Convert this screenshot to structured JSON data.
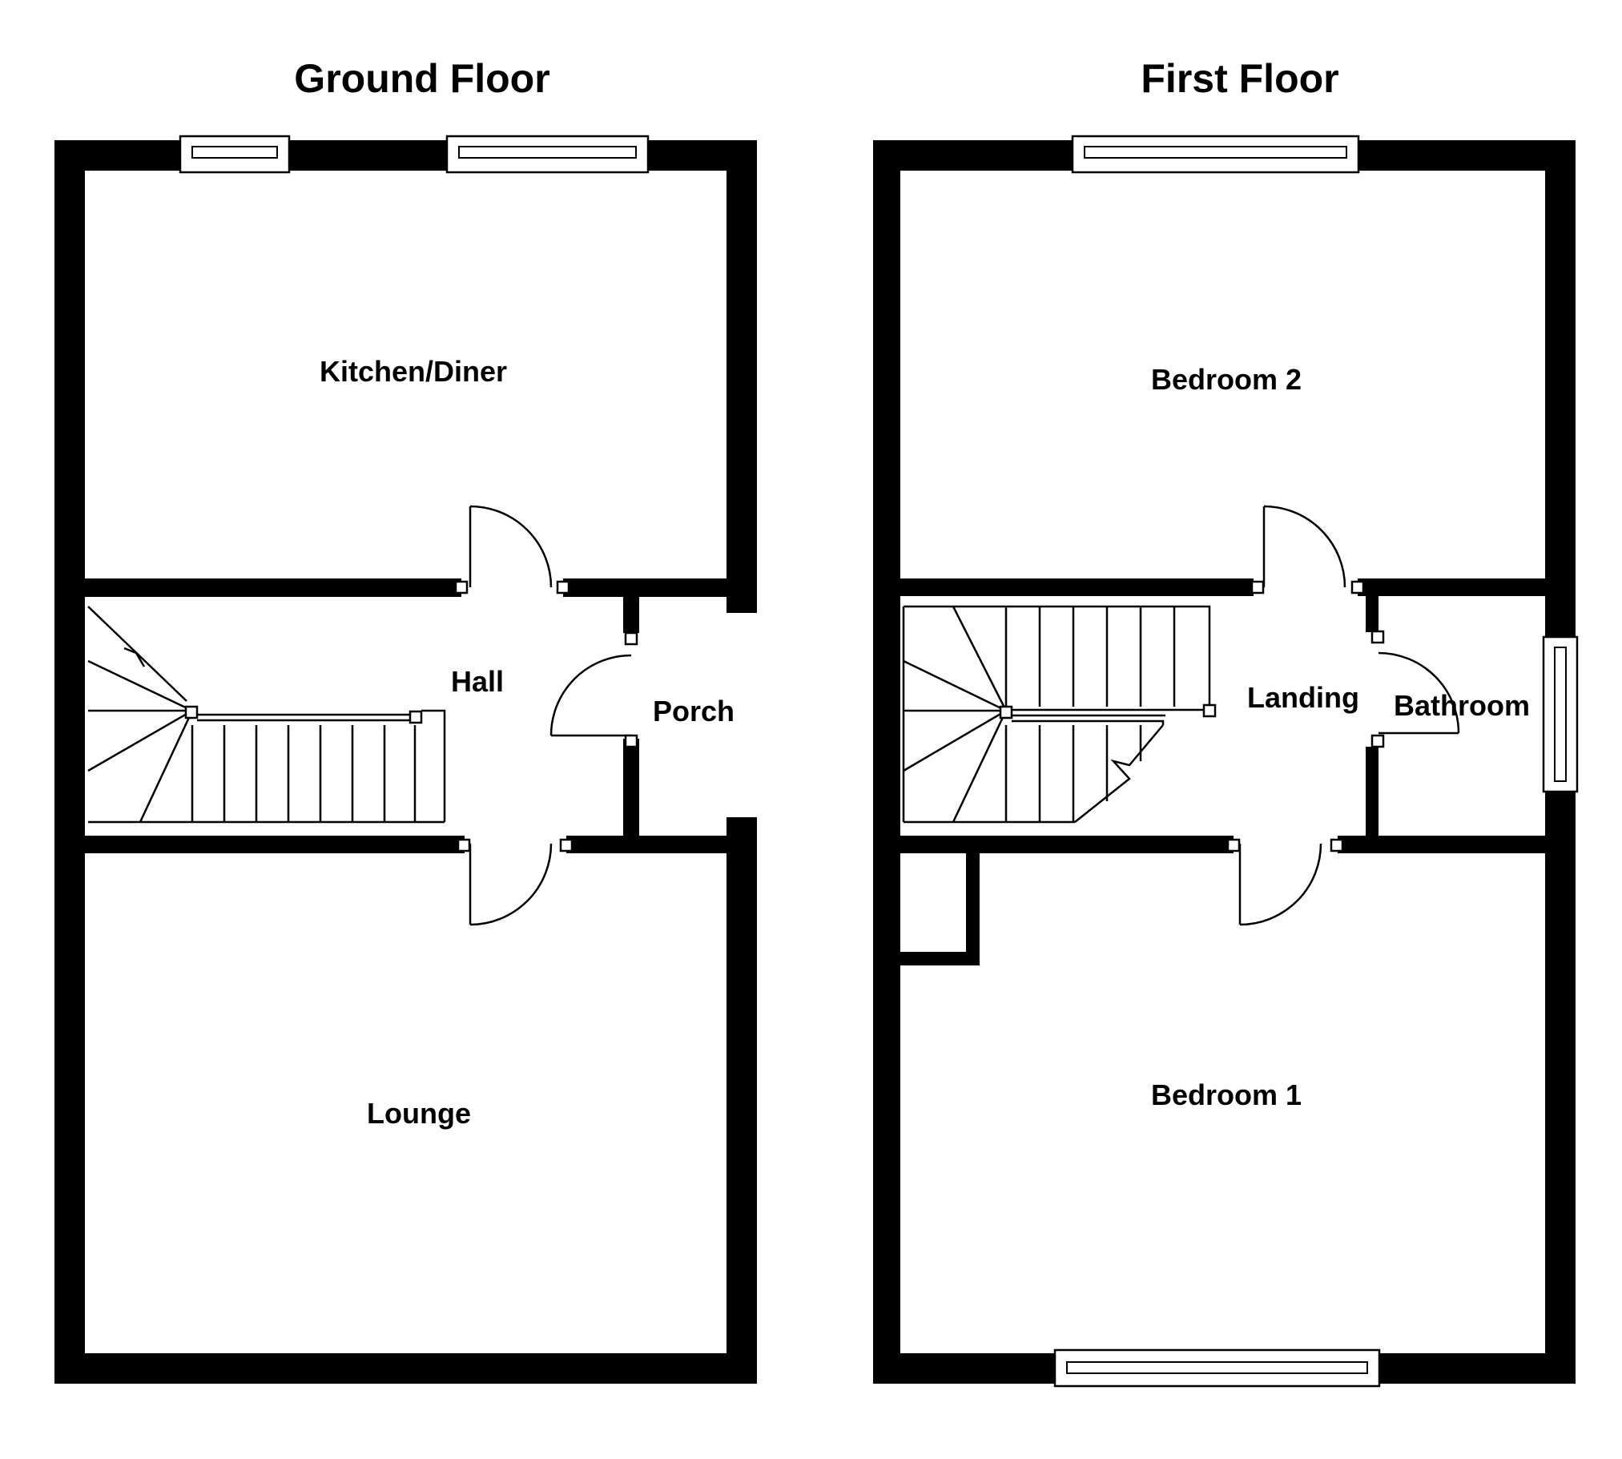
{
  "floors": [
    {
      "title": "Ground Floor",
      "rooms": {
        "kitchen": "Kitchen/Diner",
        "hall": "Hall",
        "porch": "Porch",
        "lounge": "Lounge"
      }
    },
    {
      "title": "First Floor",
      "rooms": {
        "bedroom2": "Bedroom 2",
        "landing": "Landing",
        "bathroom": "Bathroom",
        "bedroom1": "Bedroom 1"
      }
    }
  ],
  "colors": {
    "wall": "#000000",
    "background": "#ffffff"
  }
}
